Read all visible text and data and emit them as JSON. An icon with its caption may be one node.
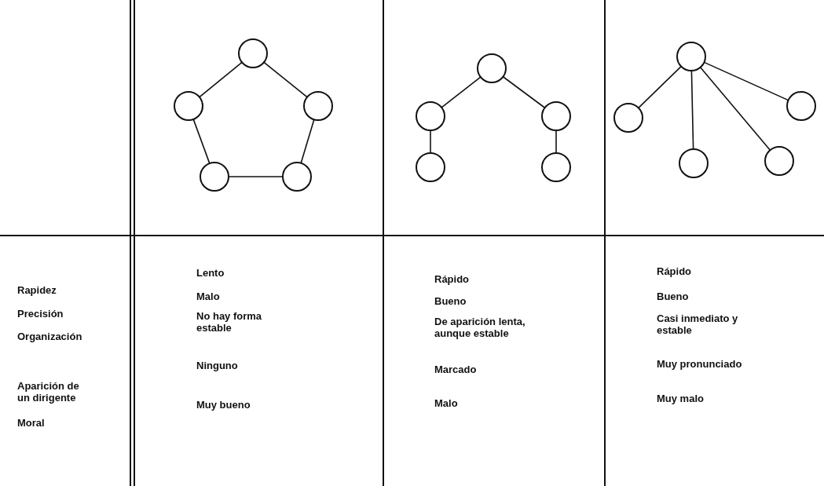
{
  "diagram": {
    "nodes": [
      {
        "text": [],
        "shape": "circle"
      },
      {
        "text": [],
        "shape": "circle"
      },
      {
        "text": [],
        "shape": "circle"
      },
      {
        "text": [],
        "shape": "circle"
      },
      {
        "text": [],
        "shape": "circle"
      },
      {
        "text": [],
        "shape": "circle"
      },
      {
        "text": [],
        "shape": "circle"
      },
      {
        "text": [],
        "shape": "circle"
      },
      {
        "text": [],
        "shape": "circle"
      },
      {
        "text": [],
        "shape": "circle"
      },
      {
        "text": [],
        "shape": "circle"
      },
      {
        "text": [],
        "shape": "circle"
      },
      {
        "text": [],
        "shape": "circle"
      },
      {
        "text": [],
        "shape": "circle"
      },
      {
        "text": [],
        "shape": "circle"
      }
    ],
    "edges": [
      {
        "from": 0,
        "to": 1,
        "arrow": "none"
      },
      {
        "from": 0,
        "to": 2,
        "arrow": "none"
      },
      {
        "from": 1,
        "to": 3,
        "arrow": "none"
      },
      {
        "from": 2,
        "to": 4,
        "arrow": "none"
      },
      {
        "from": 3,
        "to": 4,
        "arrow": "none"
      },
      {
        "from": 5,
        "to": 6,
        "arrow": "none"
      },
      {
        "from": 5,
        "to": 7,
        "arrow": "none"
      },
      {
        "from": 6,
        "to": 8,
        "arrow": "none"
      },
      {
        "from": 7,
        "to": 9,
        "arrow": "none"
      },
      {
        "from": 10,
        "to": 11,
        "arrow": "none"
      },
      {
        "from": 10,
        "to": 12,
        "arrow": "none"
      },
      {
        "from": 10,
        "to": 13,
        "arrow": "none"
      },
      {
        "from": 10,
        "to": 14,
        "arrow": "none"
      }
    ],
    "labels": [
      "Rapidez",
      "Lento",
      "Rápido",
      "Rápido",
      "Precisión",
      "Malo",
      "Bueno",
      "Bueno",
      "Organización",
      "No hay forma estable",
      "De aparición lenta, aunque estable",
      "Casi inmediato y estable",
      "Aparición de un dirigente",
      "Ninguno",
      "Marcado",
      "Muy pronunciado",
      "Moral",
      "Muy bueno",
      "Malo",
      "Muy malo"
    ]
  }
}
